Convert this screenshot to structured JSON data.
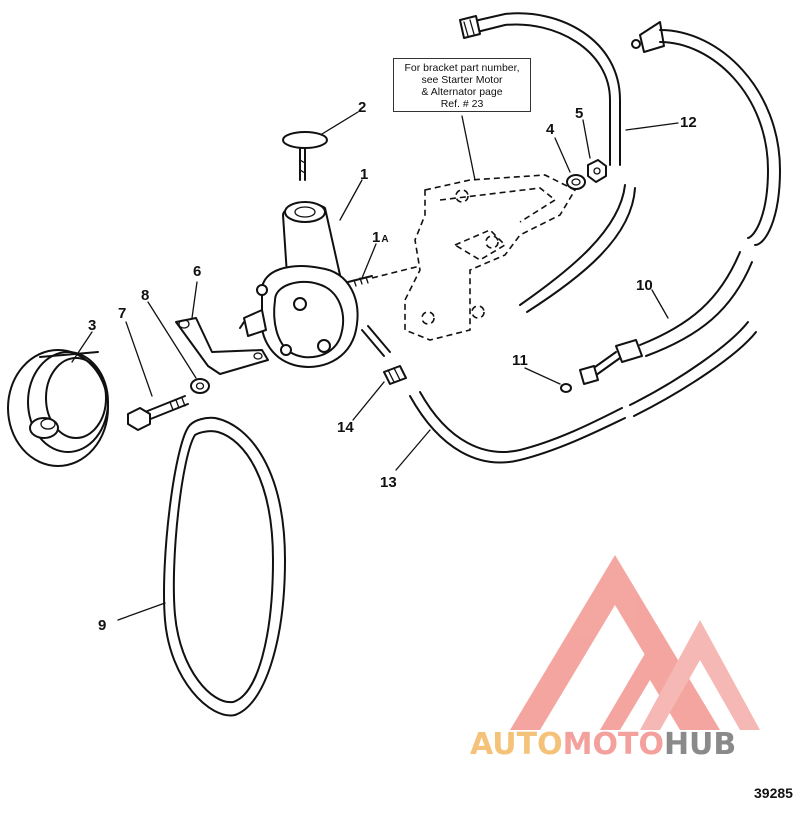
{
  "diagram": {
    "note": {
      "lines": [
        "For bracket part number,",
        "see Starter Motor",
        "& Alternator page",
        "Ref. # 23"
      ]
    },
    "callouts": [
      {
        "id": "c1",
        "label": "1"
      },
      {
        "id": "c1a",
        "label": "1",
        "suffix": "A"
      },
      {
        "id": "c2",
        "label": "2"
      },
      {
        "id": "c3",
        "label": "3"
      },
      {
        "id": "c4",
        "label": "4"
      },
      {
        "id": "c5",
        "label": "5"
      },
      {
        "id": "c6",
        "label": "6"
      },
      {
        "id": "c7",
        "label": "7"
      },
      {
        "id": "c8",
        "label": "8"
      },
      {
        "id": "c9",
        "label": "9"
      },
      {
        "id": "c10",
        "label": "10"
      },
      {
        "id": "c11",
        "label": "11"
      },
      {
        "id": "c12",
        "label": "12"
      },
      {
        "id": "c13",
        "label": "13"
      },
      {
        "id": "c14",
        "label": "14"
      }
    ],
    "figure_number": "39285"
  },
  "watermark": {
    "part1": "AUTO",
    "part2": "MOTO",
    "part3": "HUB",
    "color_primary": "#f4a09c",
    "color_secondary": "#f5c27a",
    "color_dark": "#8a8a8a"
  }
}
